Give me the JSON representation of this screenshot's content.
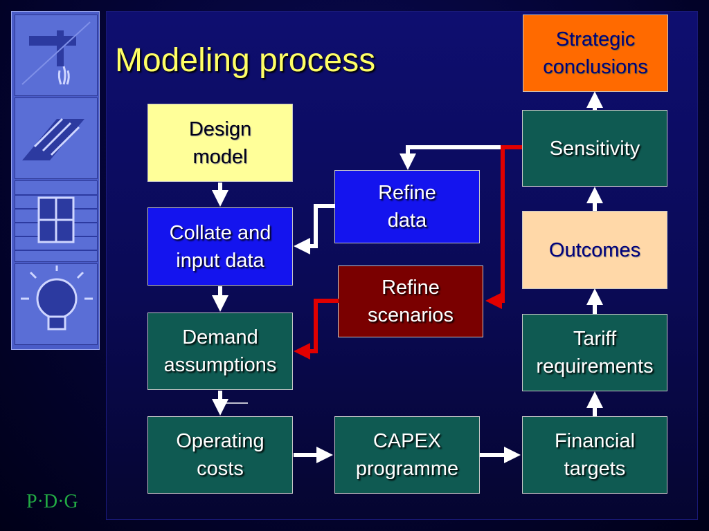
{
  "slide": {
    "title": "Modeling process",
    "logo": "P·D·G"
  },
  "boxes": {
    "strategic_conclusions": "Strategic\nconclusions",
    "design_model": "Design\nmodel",
    "sensitivity": "Sensitivity",
    "refine_data": "Refine\ndata",
    "collate_input": "Collate and\ninput data",
    "outcomes": "Outcomes",
    "refine_scenarios": "Refine\nscenarios",
    "demand_assumptions": "Demand\nassumptions",
    "tariff_requirements": "Tariff\nrequirements",
    "operating_costs": "Operating\ncosts",
    "capex_programme": "CAPEX\nprogramme",
    "financial_targets": "Financial\ntargets"
  },
  "colors": {
    "title": "#ffff66",
    "feedback_arrow": "#e00000",
    "flow_arrow": "#ffffff",
    "process_box": "#0f5a52",
    "data_box": "#1414ee",
    "scenario_box": "#7a0000"
  },
  "icons": [
    "water-tap-icon",
    "pipes-icon",
    "brick-wall-window-icon",
    "light-bulb-icon"
  ]
}
